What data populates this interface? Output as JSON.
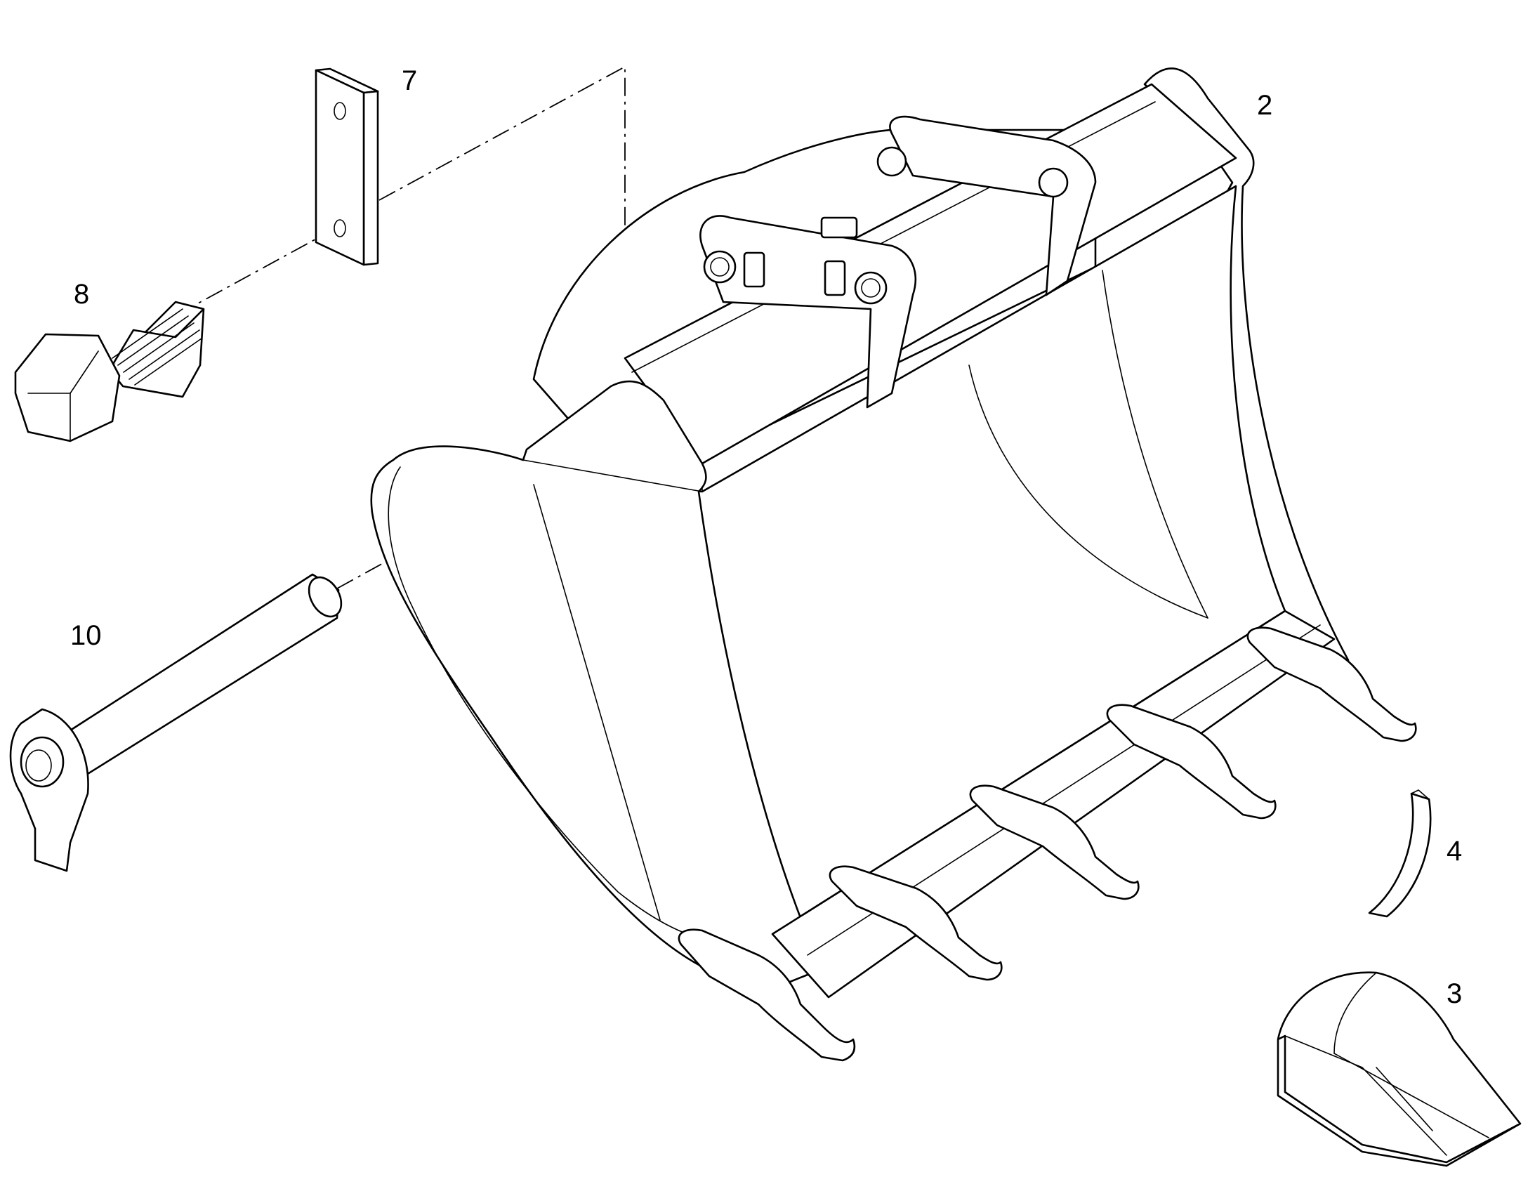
{
  "callouts": [
    {
      "id": "bucket",
      "label": "2"
    },
    {
      "id": "tooth-tip",
      "label": "3"
    },
    {
      "id": "lock-pin",
      "label": "4"
    },
    {
      "id": "plate",
      "label": "7"
    },
    {
      "id": "bolt",
      "label": "8"
    },
    {
      "id": "pivot-pin",
      "label": "10"
    }
  ],
  "colors": {
    "line": "#000000",
    "background": "#ffffff"
  }
}
